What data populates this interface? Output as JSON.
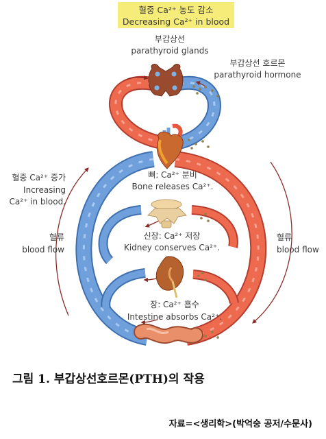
{
  "top_label": {
    "ko": "혈중 Ca²⁺ 농도 감소",
    "en": "Decreasing Ca²⁺ in blood",
    "highlight_color": "#f6ec79"
  },
  "parathyroid": {
    "ko": "부갑상선",
    "en": "parathyroid glands"
  },
  "hormone": {
    "ko": "부갑상선 호르몬",
    "en": "parathyroid hormone"
  },
  "bone": {
    "ko": "뼈: Ca²⁺ 분비",
    "en": "Bone releases Ca²⁺."
  },
  "kidney": {
    "ko": "신장: Ca²⁺ 저장",
    "en": "Kidney conserves Ca²⁺."
  },
  "intestine": {
    "ko": "장: Ca²⁺ 흡수",
    "en": "Intestine absorbs Ca²⁺."
  },
  "increasing": {
    "ko": "혈중 Ca²⁺ 증가",
    "en1": "Increasing",
    "en2": "Ca²⁺ in blood."
  },
  "flow_left": {
    "ko": "혈류",
    "en": "blood flow"
  },
  "flow_right": {
    "ko": "혈류",
    "en": "blood flow"
  },
  "caption": "그림 1. 부갑상선호르몬(PTH)의 작용",
  "source": "자료=<생리학>(박억숭 공저/수문사)",
  "colors": {
    "artery": "#e8583f",
    "vein": "#5b8fd0",
    "arrow": "#8a2c26"
  },
  "icons": [
    "parathyroid-gland-icon",
    "heart-icon",
    "vertebra-bone-icon",
    "kidney-icon",
    "intestine-icon"
  ]
}
